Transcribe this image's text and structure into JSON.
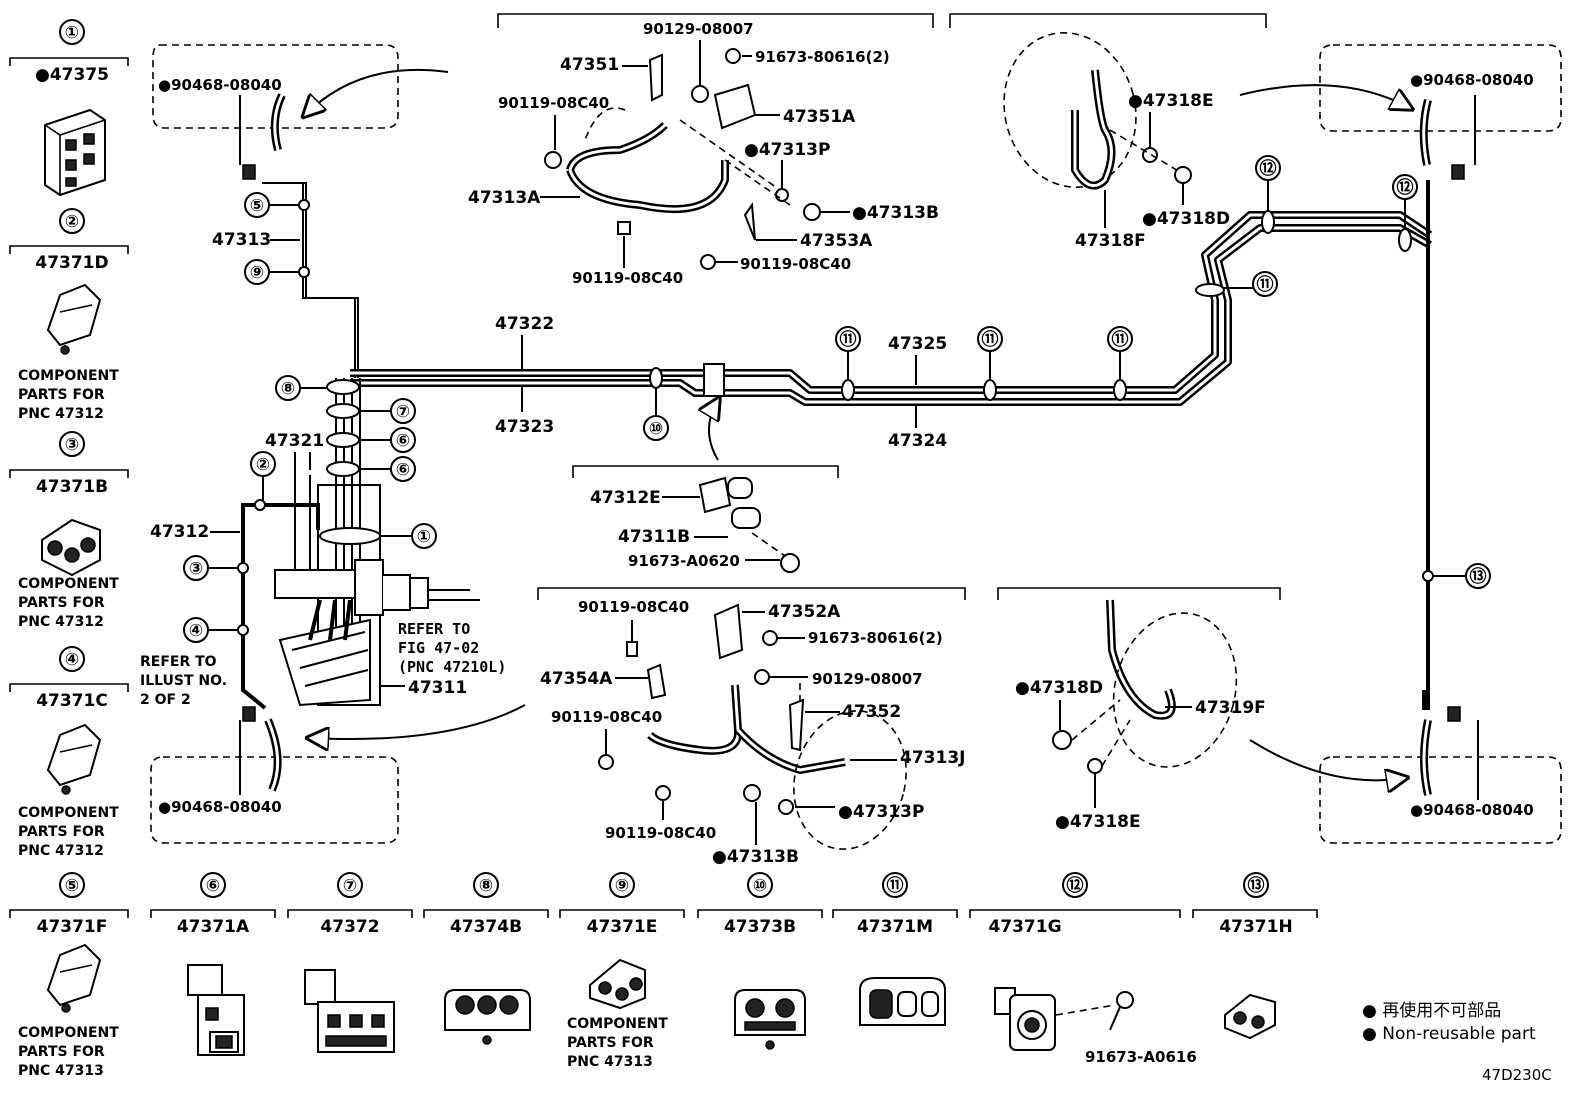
{
  "legend": {
    "items": [
      {
        "no": "①",
        "part": "●47375",
        "note": ""
      },
      {
        "no": "②",
        "part": "47371D",
        "note": "COMPONENT\nPARTS FOR\nPNC 47312"
      },
      {
        "no": "③",
        "part": "47371B",
        "note": "COMPONENT\nPARTS FOR\nPNC 47312"
      },
      {
        "no": "④",
        "part": "47371C",
        "note": "COMPONENT\nPARTS FOR\nPNC 47312"
      },
      {
        "no": "⑤",
        "part": "47371F",
        "note": "COMPONENT\nPARTS FOR\nPNC 47313"
      },
      {
        "no": "⑥",
        "part": "47371A",
        "note": ""
      },
      {
        "no": "⑦",
        "part": "47372",
        "note": ""
      },
      {
        "no": "⑧",
        "part": "47374B",
        "note": ""
      },
      {
        "no": "⑨",
        "part": "47371E",
        "note": "COMPONENT\nPARTS FOR\nPNC 47313"
      },
      {
        "no": "⑩",
        "part": "47373B",
        "note": ""
      },
      {
        "no": "⑪",
        "part": "47371M",
        "note": ""
      },
      {
        "no": "⑫",
        "part": "47371G",
        "note": "",
        "extra": "91673-A0616"
      },
      {
        "no": "⑬",
        "part": "47371H",
        "note": ""
      }
    ]
  },
  "labels": {
    "p47313": "47313",
    "p47312": "47312",
    "p47321": "47321",
    "p47311": "47311",
    "p47322": "47322",
    "p47323": "47323",
    "p47325": "47325",
    "p47324": "47324",
    "p90468_tl": "●90468-08040",
    "p90468_bl": "●90468-08040",
    "p90468_tr": "●90468-08040",
    "p90468_br": "●90468-08040",
    "refer_fig": "REFER TO\nFIG 47-02\n(PNC 47210L)",
    "refer_illust": "REFER TO\nILLUST NO.\n2 OF 2"
  },
  "callouts": {
    "c5": "⑤",
    "c9": "⑨",
    "c8": "⑧",
    "c7": "⑦",
    "c6a": "⑥",
    "c6b": "⑥",
    "c2": "②",
    "c3": "③",
    "c4": "④",
    "c1": "①",
    "c10": "⑩",
    "c11a": "⑪",
    "c11b": "⑪",
    "c11c": "⑪",
    "c11d": "⑪",
    "c12a": "⑫",
    "c12b": "⑫",
    "c13": "⑬"
  },
  "top_center": {
    "p90129": "90129-08007",
    "p91673": "91673-80616(2)",
    "p47351": "47351",
    "p47351A": "47351A",
    "p90119a": "90119-08C40",
    "p47313P": "●47313P",
    "p47313A": "47313A",
    "p47313B": "●47313B",
    "p47353A": "47353A",
    "p90119b": "90119-08C40",
    "p90119c": "90119-08C40"
  },
  "top_right": {
    "p47318E": "●47318E",
    "p47318D": "●47318D",
    "p47318F": "47318F"
  },
  "mid_center": {
    "p47312E": "47312E",
    "p47311B": "47311B",
    "p91673": "91673-A0620"
  },
  "bottom_center": {
    "p90119a": "90119-08C40",
    "p47352A": "47352A",
    "p91673": "91673-80616(2)",
    "p47354A": "47354A",
    "p90129": "90129-08007",
    "p90119b": "90119-08C40",
    "p47352": "47352",
    "p47313J": "47313J",
    "p90119c": "90119-08C40",
    "p47313P": "●47313P",
    "p47313B": "●47313B"
  },
  "bottom_right": {
    "p47318D": "●47318D",
    "p47319F": "47319F",
    "p47318E": "●47318E"
  },
  "key": {
    "jp": "● 再使用不可部品",
    "en": "● Non-reusable part"
  },
  "figure_code": "47D230C"
}
